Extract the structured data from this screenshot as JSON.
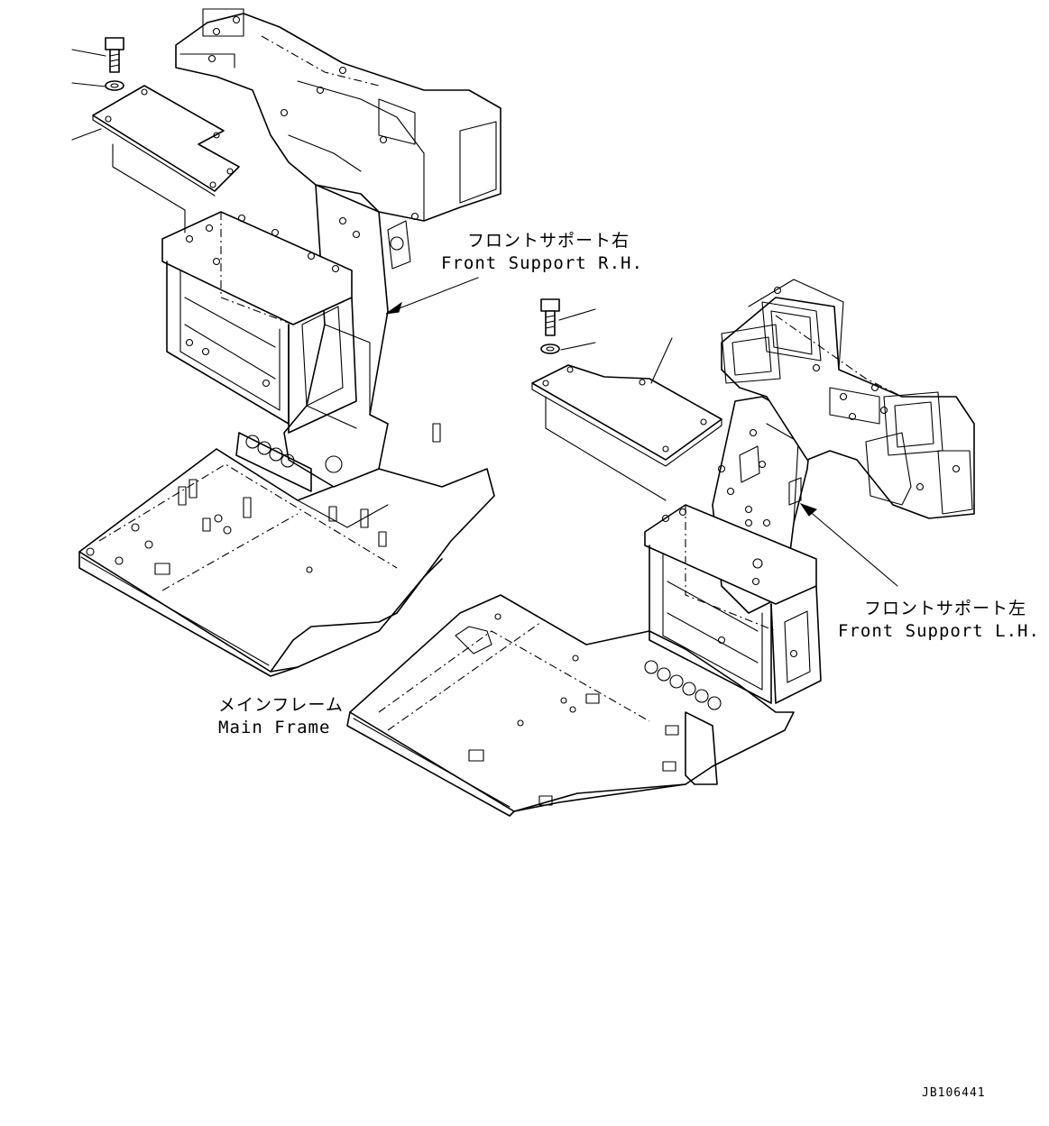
{
  "labels": {
    "front_support_rh_jp": "フロントサポート右",
    "front_support_rh_en": "Front Support R.H.",
    "front_support_lh_jp": "フロントサポート左",
    "front_support_lh_en": "Front Support L.H.",
    "main_frame_jp": "メインフレーム",
    "main_frame_en": "Main Frame"
  },
  "drawing_code": "JB106441"
}
